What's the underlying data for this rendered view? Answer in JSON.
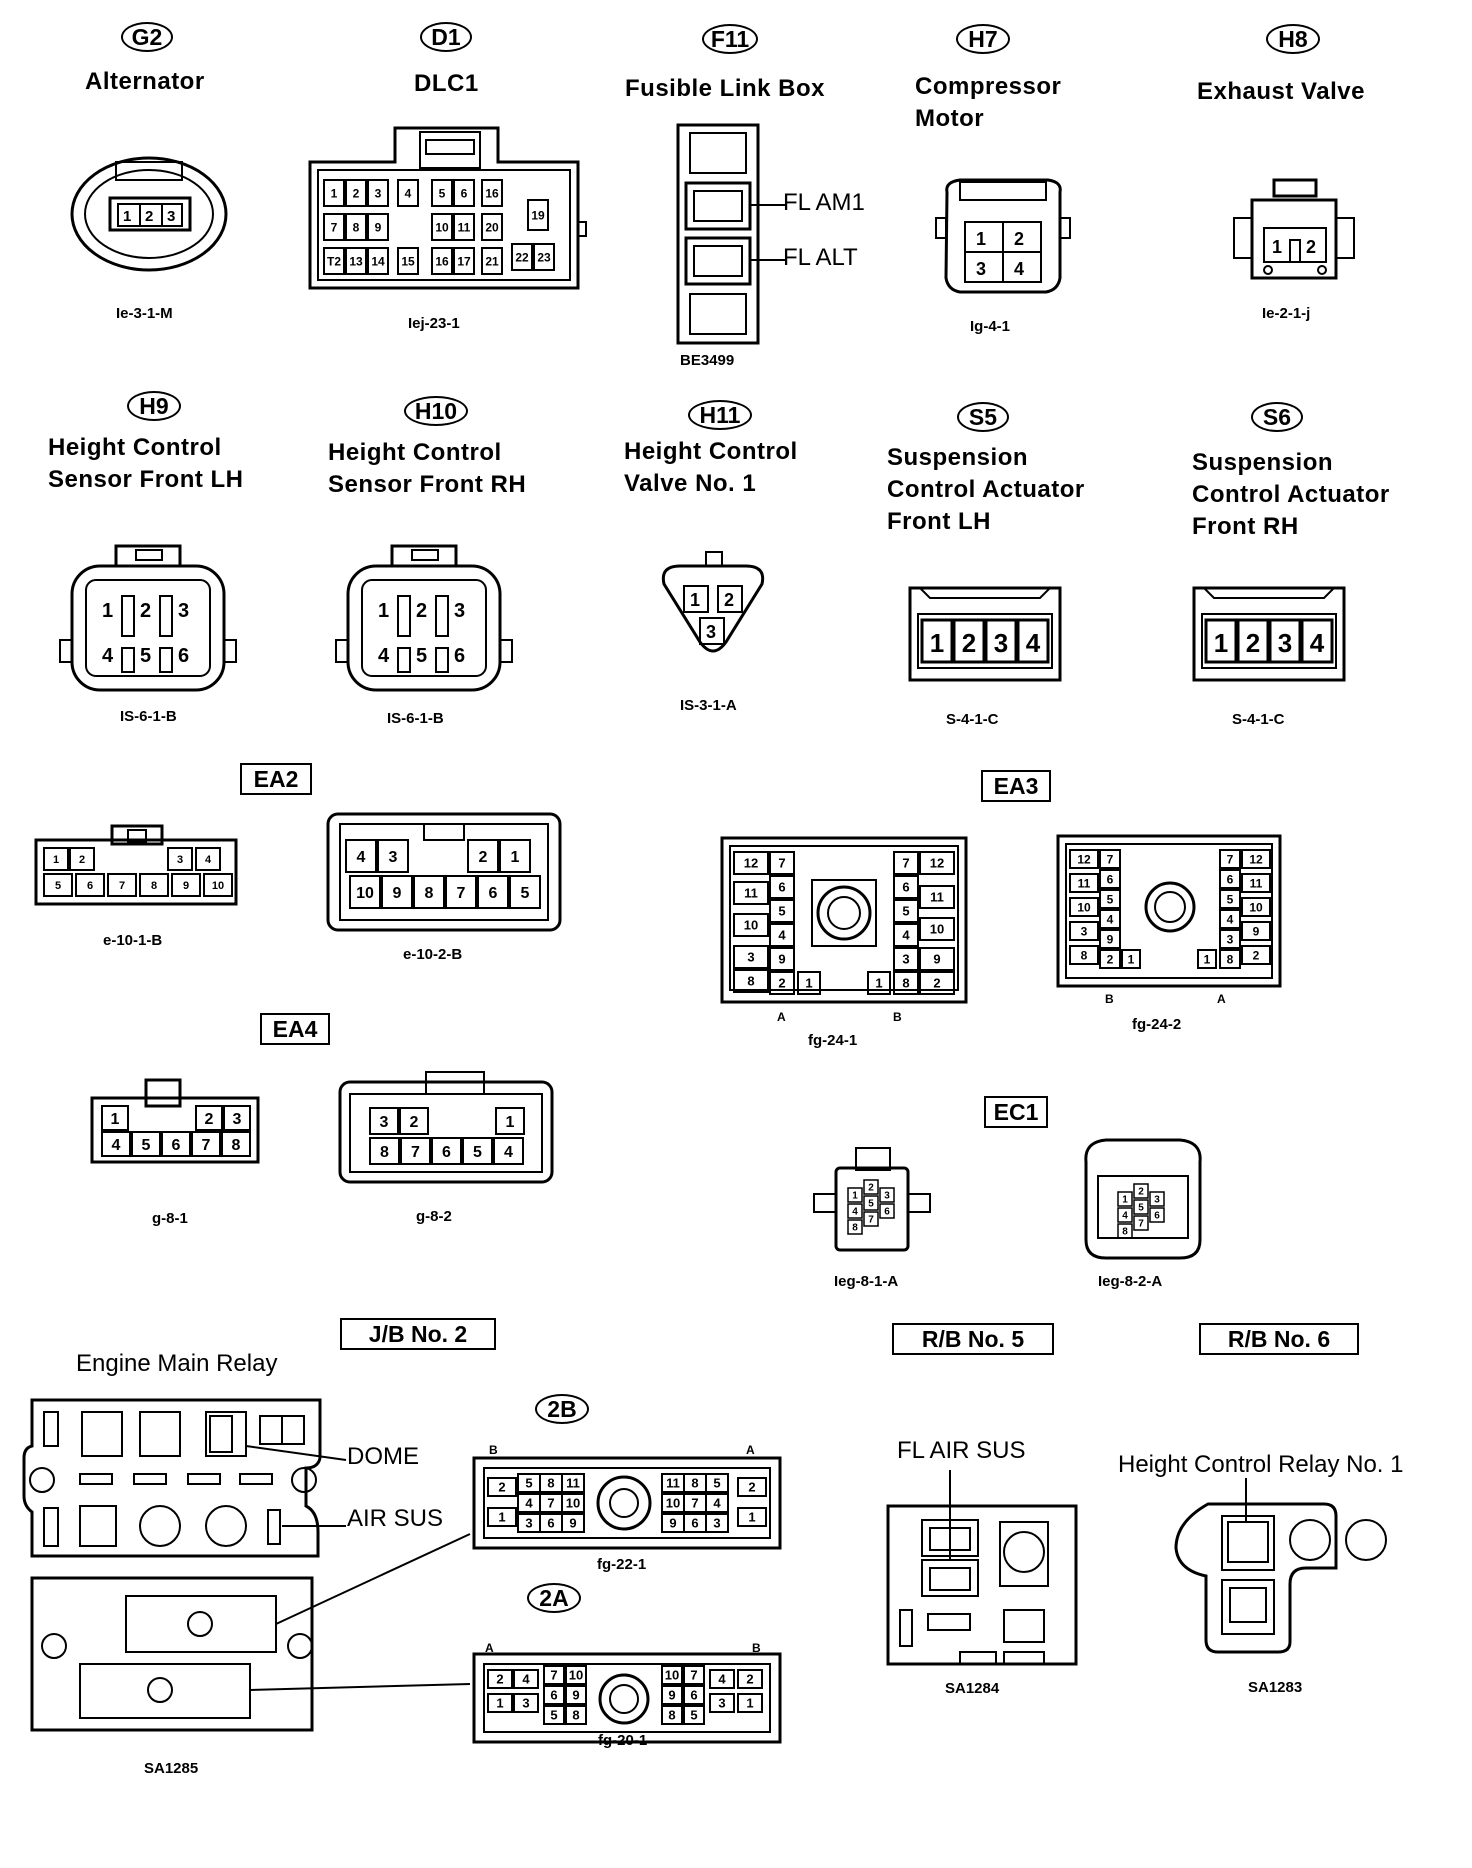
{
  "connectors": [
    {
      "id": "G2",
      "name": "Alternator",
      "code": "Ie-3-1-M"
    },
    {
      "id": "D1",
      "name": "DLC1",
      "code": "Iej-23-1"
    },
    {
      "id": "F11",
      "name": "Fusible Link Box",
      "code": "BE3499"
    },
    {
      "id": "H7",
      "name": "Compressor\nMotor",
      "code": "Ig-4-1"
    },
    {
      "id": "H8",
      "name": "Exhaust Valve",
      "code": "Ie-2-1-j"
    },
    {
      "id": "H9",
      "name": "Height Control\nSensor Front LH",
      "code": "IS-6-1-B"
    },
    {
      "id": "H10",
      "name": "Height Control\nSensor Front RH",
      "code": "IS-6-1-B"
    },
    {
      "id": "H11",
      "name": "Height Control\nValve No. 1",
      "code": "IS-3-1-A"
    },
    {
      "id": "S5",
      "name": "Suspension\nControl Actuator\nFront LH",
      "code": "S-4-1-C"
    },
    {
      "id": "S6",
      "name": "Suspension\nControl Actuator\nFront RH",
      "code": "S-4-1-C"
    }
  ],
  "fuse_labels": {
    "am1": "FL AM1",
    "alt": "FL ALT"
  },
  "groups": {
    "ea2": {
      "label": "EA2",
      "codes": [
        "e-10-1-B",
        "e-10-2-B"
      ]
    },
    "ea3": {
      "label": "EA3",
      "codes": [
        "fg-24-1",
        "fg-24-2"
      ],
      "side_a": "A",
      "side_b": "B"
    },
    "ea4": {
      "label": "EA4",
      "codes": [
        "g-8-1",
        "g-8-2"
      ]
    },
    "ec1": {
      "label": "EC1",
      "codes": [
        "Ieg-8-1-A",
        "Ieg-8-2-A"
      ]
    }
  },
  "junction_blocks": {
    "jb2": {
      "label": "J/B No. 2",
      "engine_relay": "Engine Main Relay",
      "dome": "DOME",
      "air_sus": "AIR SUS",
      "code": "SA1285"
    },
    "c2b": {
      "label": "2B",
      "code": "fg-22-1",
      "end_b": "B",
      "end_a": "A"
    },
    "c2a": {
      "label": "2A",
      "code": "fg-20-1",
      "end_a": "A",
      "end_b": "B"
    },
    "rb5": {
      "label": "R/B No. 5",
      "fuse": "FL AIR SUS",
      "code": "SA1284"
    },
    "rb6": {
      "label": "R/B No. 6",
      "relay": "Height Control Relay No. 1",
      "code": "SA1283"
    }
  },
  "pins": {
    "g2": [
      "1",
      "2",
      "3"
    ],
    "d1": [
      "1",
      "2",
      "3",
      "4",
      "5",
      "6",
      "16",
      "7",
      "8",
      "9",
      "10",
      "11",
      "20",
      "19",
      "T2",
      "13",
      "14",
      "15",
      "16",
      "17",
      "21",
      "22",
      "23"
    ],
    "h7": [
      "1",
      "2",
      "3",
      "4"
    ],
    "h8": [
      "1",
      "2"
    ],
    "h9": [
      "1",
      "2",
      "3",
      "4",
      "5",
      "6"
    ],
    "h11": [
      "1",
      "2",
      "3"
    ],
    "s5": [
      "1",
      "2",
      "3",
      "4"
    ],
    "ea2_1": [
      "1",
      "2",
      "3",
      "4",
      "5",
      "6",
      "7",
      "8",
      "9",
      "10"
    ],
    "ea2_2": [
      "4",
      "3",
      "2",
      "1",
      "10",
      "9",
      "8",
      "7",
      "6",
      "5"
    ],
    "ea3_1": [
      "12",
      "7",
      "6",
      "11",
      "5",
      "10",
      "4",
      "9",
      "3",
      "8",
      "2",
      "1",
      "7",
      "12",
      "6",
      "11",
      "5",
      "10",
      "4",
      "9",
      "3",
      "8",
      "2",
      "1"
    ],
    "ea4_1": [
      "1",
      "2",
      "3",
      "4",
      "5",
      "6",
      "7",
      "8"
    ],
    "ea4_2": [
      "3",
      "2",
      "1",
      "8",
      "7",
      "6",
      "5",
      "4"
    ],
    "ec1": [
      "1",
      "2",
      "3",
      "4",
      "5",
      "6",
      "7",
      "8"
    ],
    "c2b": [
      "2",
      "5",
      "8",
      "11",
      "4",
      "7",
      "10",
      "1",
      "3",
      "6",
      "9",
      "11",
      "8",
      "5",
      "10",
      "7",
      "4",
      "9",
      "6",
      "3",
      "2",
      "1"
    ],
    "c2a": [
      "2",
      "4",
      "7",
      "10",
      "1",
      "3",
      "6",
      "9",
      "5",
      "8",
      "10",
      "7",
      "9",
      "6",
      "8",
      "5",
      "4",
      "2",
      "3",
      "1"
    ]
  }
}
